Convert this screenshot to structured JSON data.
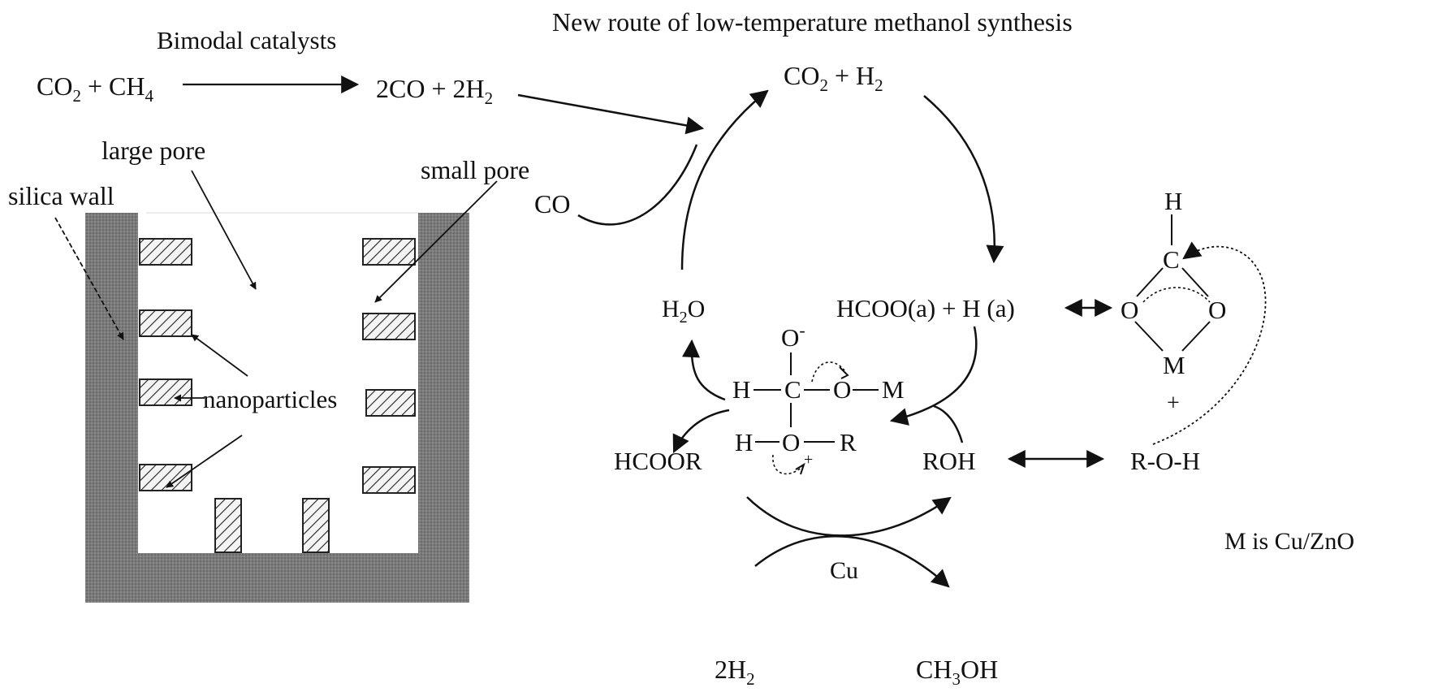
{
  "top": {
    "bimodal_label": "Bimodal catalysts",
    "route_title": "New route of low-temperature methanol synthesis",
    "reaction_left": {
      "co2": "CO",
      "co2_sub": "2",
      "plus_ch": " + CH",
      "ch4_sub": "4"
    },
    "reaction_right": {
      "main": "2CO + 2H",
      "sub": "2"
    }
  },
  "pore_labels": {
    "large_pore": "large pore",
    "small_pore": "small pore",
    "silica_wall": "silica wall",
    "nanoparticles": "nanoparticles"
  },
  "cycle": {
    "co2_h2": {
      "a": "CO",
      "sub1": "2",
      "b": " + H",
      "sub2": "2"
    },
    "co": "CO",
    "h2o": {
      "a": "H",
      "sub": "2",
      "b": "O"
    },
    "hcoo": "HCOO(a) + H (a)",
    "hcoor": "HCOOR",
    "roh": "ROH",
    "roh2": "R-O-H",
    "cu": "Cu",
    "h2_bottom": {
      "a": "2H",
      "sub": "2"
    },
    "ch3oh": {
      "a": "CH",
      "sub": "3",
      "b": "OH"
    },
    "m_is": "M is Cu/ZnO"
  },
  "intermediate": {
    "o_minus": "O",
    "minus": "-",
    "h_left": "H",
    "c": "C",
    "o_right": "O",
    "m": "M",
    "h_bottom": "H",
    "o_bottom": "O",
    "plus": "+",
    "r": "R"
  },
  "formate_ring": {
    "h": "H",
    "c": "C",
    "o_left": "O",
    "o_right": "O",
    "m": "M",
    "plus": "+"
  }
}
